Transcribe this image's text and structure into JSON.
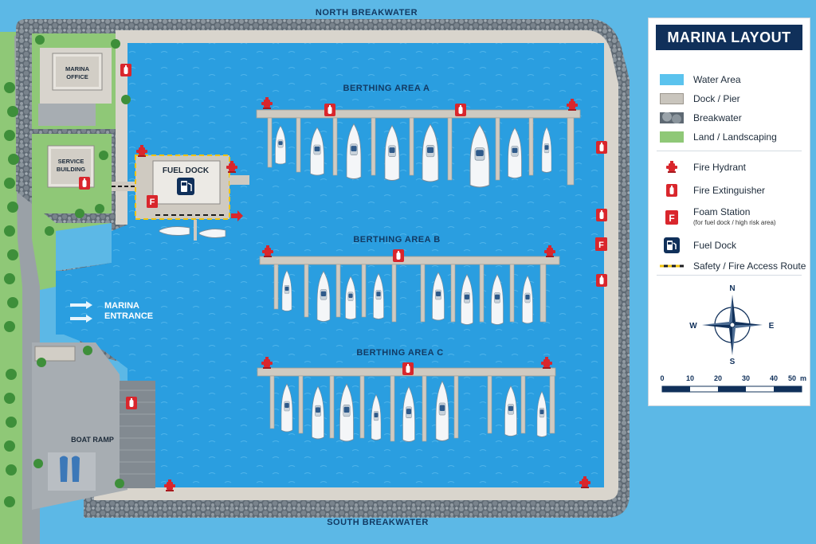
{
  "map": {
    "north_label": "NORTH BREAKWATER",
    "south_label": "SOUTH BREAKWATER",
    "entrance_label_1": "MARINA",
    "entrance_label_2": "ENTRANCE",
    "berthing_a": "BERTHING AREA A",
    "berthing_b": "BERTHING AREA B",
    "berthing_c": "BERTHING AREA C",
    "marina_office_1": "MARINA",
    "marina_office_2": "OFFICE",
    "service_building_1": "SERVICE",
    "service_building_2": "BUILDING",
    "fuel_dock": "FUEL DOCK",
    "boat_ramp": "BOAT RAMP",
    "foam_letter": "F"
  },
  "legend": {
    "title": "MARINA LAYOUT",
    "items": [
      {
        "label": "Water Area",
        "color": "#5bc3ee"
      },
      {
        "label": "Dock / Pier",
        "color": "#c9c5bd"
      },
      {
        "label": "Breakwater",
        "color": "#6f7a84"
      },
      {
        "label": "Land / Landscaping",
        "color": "#8fc877"
      }
    ],
    "symbols": [
      {
        "label": "Fire Hydrant",
        "icon": "fire-hydrant-icon"
      },
      {
        "label": "Fire Extinguisher",
        "icon": "fire-extinguisher-icon"
      },
      {
        "label": "Foam Station",
        "sub": "(for fuel dock / high risk area)",
        "icon": "foam-station-icon"
      },
      {
        "label": "Fuel Dock",
        "icon": "fuel-pump-icon"
      },
      {
        "label": "Safety / Fire Access Route",
        "icon": "access-route-icon"
      }
    ],
    "compass": {
      "n": "N",
      "e": "E",
      "s": "S",
      "w": "W"
    },
    "scale": {
      "ticks": [
        "0",
        "10",
        "20",
        "30",
        "40",
        "50"
      ],
      "unit": "m"
    }
  },
  "colors": {
    "water": "#2a9ee0",
    "outer_water": "#5cb8e6",
    "dock": "#cfcac1",
    "breakwater": "#6f7a84",
    "land": "#8fc877",
    "safety_red": "#d9262c",
    "navy": "#10305a"
  }
}
